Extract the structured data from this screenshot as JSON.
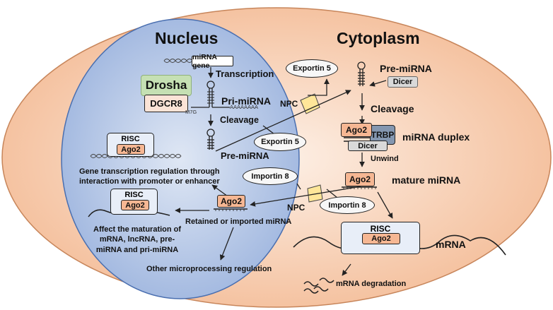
{
  "regions": {
    "nucleus": "Nucleus",
    "cytoplasm": "Cytoplasm"
  },
  "nucleus": {
    "mirna_gene": "miRNA gene",
    "transcription": "Transcription",
    "drosha": "Drosha",
    "dgcr8": "DGCR8",
    "pri_mirna": "Pri-miRNA",
    "m7g": "M7G",
    "polya": "AAAAAAAA",
    "cleavage": "Cleavage",
    "pre_mirna": "Pre-miRNA",
    "risc_top": "RISC",
    "ago2_top": "Ago2",
    "gene_regulation": "Gene transcription regulation through\ninteraction with promoter or enhancer",
    "risc_left": "RISC",
    "ago2_left": "Ago2",
    "affect_maturation": "Affect the maturation of\nmRNA, lncRNA, pre-\nmiRNA and pri-miRNA",
    "ago2_center": "Ago2",
    "retained": "Retained or imported miRNA",
    "other_regulation": "Other microprocessing regulation"
  },
  "transport": {
    "npc_top": "NPC",
    "npc_bottom": "NPC",
    "exportin_top": "Exportin 5",
    "exportin_mid": "Exportin 5",
    "importin_left": "Importin 8",
    "importin_right": "Importin 8"
  },
  "cytoplasm": {
    "pre_mirna": "Pre-miRNA",
    "dicer": "Dicer",
    "cleavage": "Cleavage",
    "ago2_duplex": "Ago2",
    "trbp": "TRBP",
    "dicer_duplex": "Dicer",
    "mirna_duplex": "miRNA duplex",
    "unwind": "Unwind",
    "ago2_mature": "Ago2",
    "mature_mirna": "mature miRNA",
    "risc": "RISC",
    "ago2_risc": "Ago2",
    "mrna": "mRNA",
    "mrna_degradation": "mRNA degradation"
  },
  "colors": {
    "cell_fill": "#f8d2b4",
    "nucleus_fill": "#b8c9e6",
    "nucleus_edge": "#4a6fb0",
    "ago2": "#f6b793",
    "drosha": "#c5e0b3",
    "dgcr8": "#fbe3d6",
    "trbp": "#8497b0",
    "dicer": "#d9d9d9",
    "risc": "#e8eef8",
    "npc": "#ffe699"
  }
}
